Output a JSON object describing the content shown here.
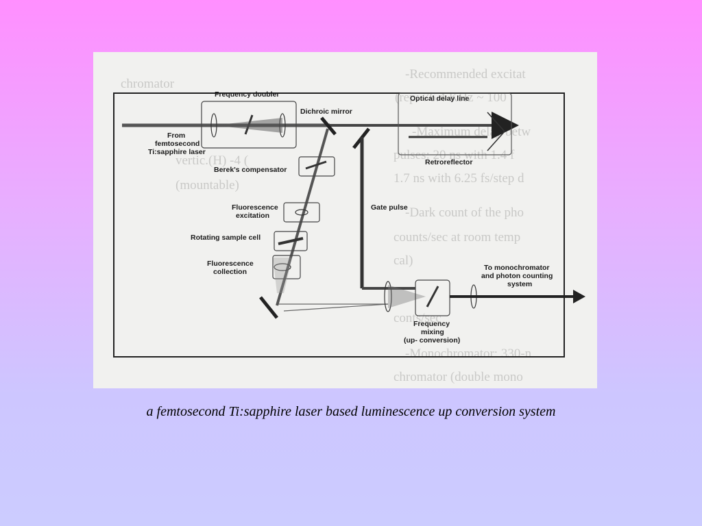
{
  "caption": "a femtosecond Ti:sapphire laser based luminescence up conversion system",
  "diagram": {
    "labels": {
      "frequency_doubler": "Frequency doubler",
      "dichroic_mirror": "Dichroic mirror",
      "optical_delay_line": "Optical delay line",
      "from_laser_1": "From",
      "from_laser_2": "femtosecond",
      "from_laser_3": "Ti:sapphire laser",
      "bereks_compensator": "Berek's compensator",
      "retroreflector": "Retroreflector",
      "fluorescence_excitation_1": "Fluorescence",
      "fluorescence_excitation_2": "excitation",
      "gate_pulse": "Gate pulse",
      "rotating_sample_cell": "Rotating sample cell",
      "fluorescence_collection_1": "Fluorescence",
      "fluorescence_collection_2": "collection",
      "to_monochromator_1": "To monochromator",
      "to_monochromator_2": "and photon counting",
      "to_monochromator_3": "system",
      "frequency_mixing_1": "Frequency",
      "frequency_mixing_2": "mixing",
      "frequency_mixing_3": "(up- conversion)"
    },
    "bleed_through_text": [
      "-Recommended excitat",
      "(rep: 76.4 KHz ~ 100",
      "-Maximum delay betw",
      "pulses: 20 ns with 1.4 f",
      "1.7 ns with 6.25 fs/step d",
      "-Dark count of the pho",
      "counts/sec at room temp",
      "cal)",
      "conts/sec",
      "-Monochromator: 330-n",
      "chromator (double mono",
      "chromator",
      "vertic.(H) -4 (",
      "(mountable)"
    ]
  }
}
